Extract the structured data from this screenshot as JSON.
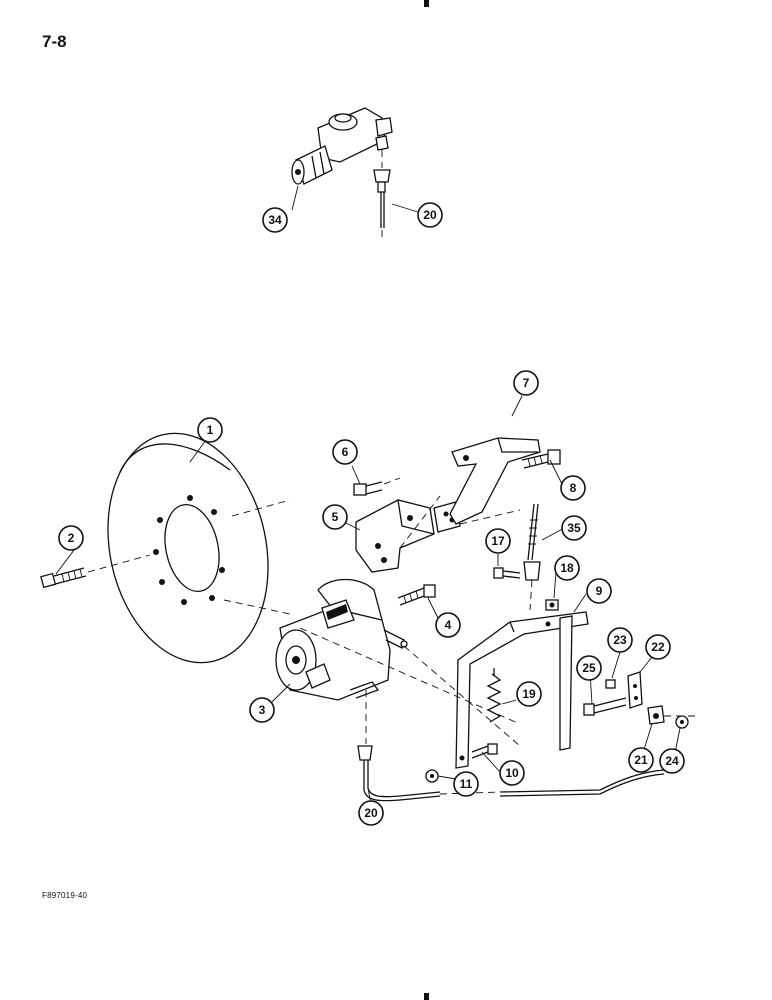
{
  "page": {
    "number": "7-8",
    "figure_code": "F897019-40"
  },
  "callouts": [
    {
      "id": "c34",
      "label": "34"
    },
    {
      "id": "c20a",
      "label": "20"
    },
    {
      "id": "c1",
      "label": "1"
    },
    {
      "id": "c2",
      "label": "2"
    },
    {
      "id": "c3",
      "label": "3"
    },
    {
      "id": "c4",
      "label": "4"
    },
    {
      "id": "c5",
      "label": "5"
    },
    {
      "id": "c6",
      "label": "6"
    },
    {
      "id": "c7",
      "label": "7"
    },
    {
      "id": "c8",
      "label": "8"
    },
    {
      "id": "c9",
      "label": "9"
    },
    {
      "id": "c10",
      "label": "10"
    },
    {
      "id": "c11",
      "label": "11"
    },
    {
      "id": "c17",
      "label": "17"
    },
    {
      "id": "c18",
      "label": "18"
    },
    {
      "id": "c19",
      "label": "19"
    },
    {
      "id": "c20b",
      "label": "20"
    },
    {
      "id": "c21",
      "label": "21"
    },
    {
      "id": "c22",
      "label": "22"
    },
    {
      "id": "c23",
      "label": "23"
    },
    {
      "id": "c24",
      "label": "24"
    },
    {
      "id": "c25",
      "label": "25"
    },
    {
      "id": "c35",
      "label": "35"
    }
  ]
}
